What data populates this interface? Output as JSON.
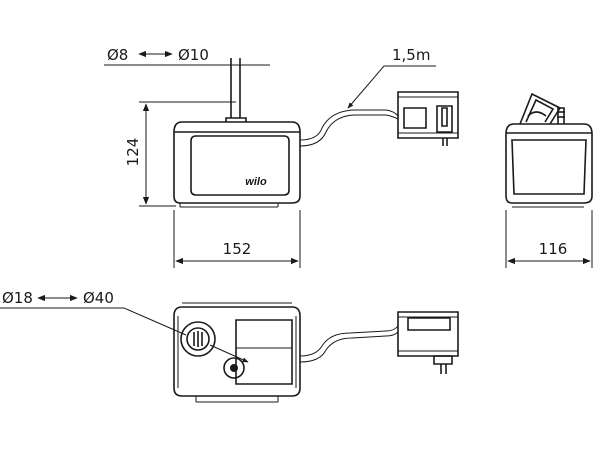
{
  "dimensions": {
    "tube_small_diameter": "Ø8",
    "tube_large_diameter": "Ø10",
    "cable_length": "1,5m",
    "height": "124",
    "width": "152",
    "depth": "116",
    "inlet_small_diameter": "Ø18",
    "inlet_large_diameter": "Ø40"
  },
  "brand": {
    "logo_text": "wilo"
  }
}
